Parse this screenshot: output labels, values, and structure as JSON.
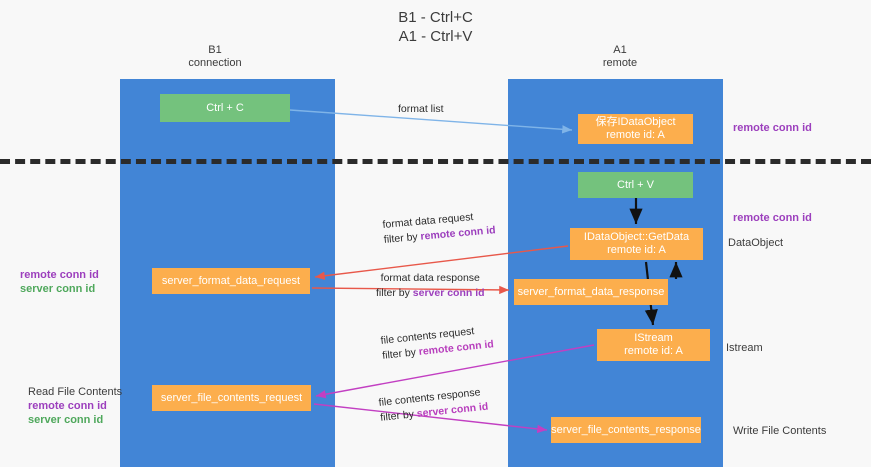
{
  "title": "B1 - Ctrl+C\nA1 - Ctrl+V",
  "columns": {
    "left": "B1\nconnection",
    "right": "A1\nremote"
  },
  "nodes": {
    "ctrl_c": "Ctrl + C",
    "save_dataobject": "保存IDataObject\nremote id: A",
    "ctrl_v": "Ctrl + V",
    "getdata": "IDataObject::GetData\nremote id: A",
    "server_format_data_request": "server_format_data_request",
    "server_format_data_response": "server_format_data_response",
    "istream": "IStream\nremote id: A",
    "server_file_contents_request": "server_file_contents_request",
    "server_file_contents_response": "server_file_contents_response"
  },
  "right_labels": {
    "remote_conn_id_top": "remote conn id",
    "remote_conn_id_mid": "remote conn id",
    "dataobject": "DataObject",
    "istream": "Istream",
    "write_file_contents": "Write File Contents"
  },
  "left_labels": {
    "remote_conn_id": "remote conn id",
    "server_conn_id": "server conn id",
    "read_file_contents": "Read File Contents",
    "remote_conn_id_2": "remote conn id",
    "server_conn_id_2": "server conn id"
  },
  "edges": {
    "format_list": "format list",
    "format_data_request": "format data request",
    "format_data_request_filter_prefix": "filter by ",
    "format_data_request_filter_key": "remote conn id",
    "format_data_response": "format data response",
    "format_data_response_filter_prefix": "filter by ",
    "format_data_response_filter_key": "server conn id",
    "file_contents_request": "file contents request",
    "file_contents_request_filter_prefix": "filter by ",
    "file_contents_request_filter_key": "remote conn id",
    "file_contents_response": "file contents response",
    "file_contents_response_filter_prefix": "filter by ",
    "file_contents_response_filter_key": "server conn id"
  },
  "colors": {
    "lane": "#4285d6",
    "green_node": "#74c27d",
    "orange_node": "#fcae4d",
    "purple": "#9c3fbd",
    "green_text": "#4fa85c",
    "red_arrow": "#e8584a",
    "magenta_arrow": "#c23fc2",
    "blue_arrow": "#7fb4e8",
    "divider": "#2b2b2b",
    "background": "#f8f8f8"
  }
}
